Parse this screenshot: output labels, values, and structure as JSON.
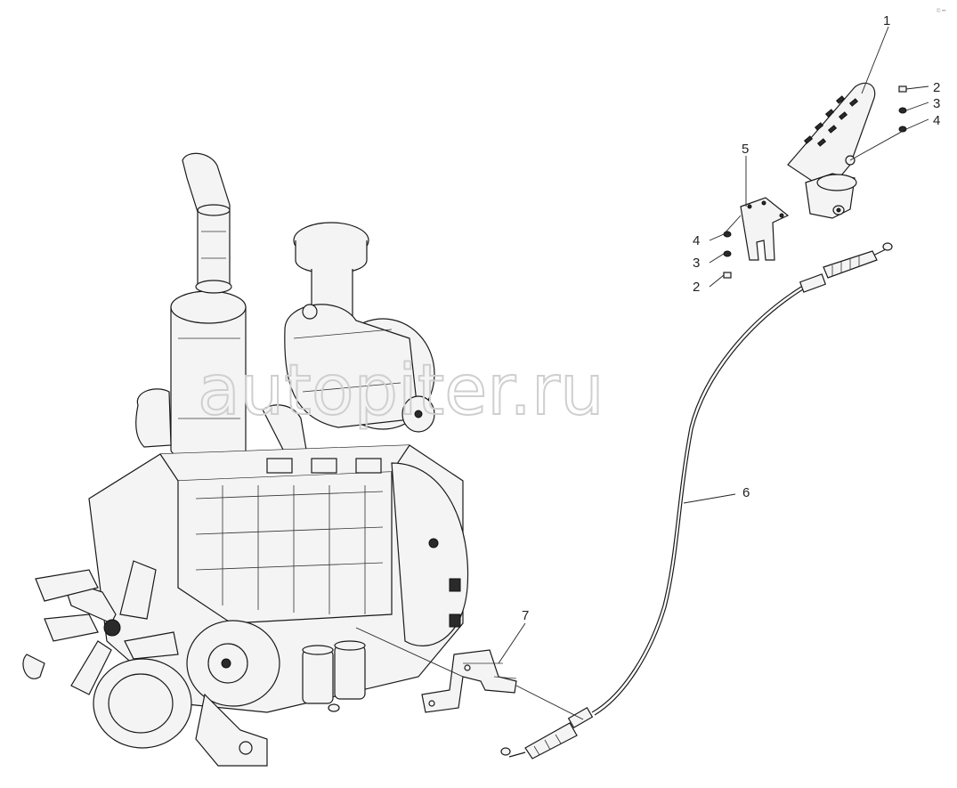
{
  "watermark": "autopiter.ru",
  "corner_mark": "© ••",
  "callouts": [
    {
      "id": "1",
      "label": "1"
    },
    {
      "id": "2a",
      "label": "2"
    },
    {
      "id": "3a",
      "label": "3"
    },
    {
      "id": "4a",
      "label": "4"
    },
    {
      "id": "5",
      "label": "5"
    },
    {
      "id": "4b",
      "label": "4"
    },
    {
      "id": "3b",
      "label": "3"
    },
    {
      "id": "2b",
      "label": "2"
    },
    {
      "id": "6",
      "label": "6"
    },
    {
      "id": "7",
      "label": "7"
    }
  ]
}
